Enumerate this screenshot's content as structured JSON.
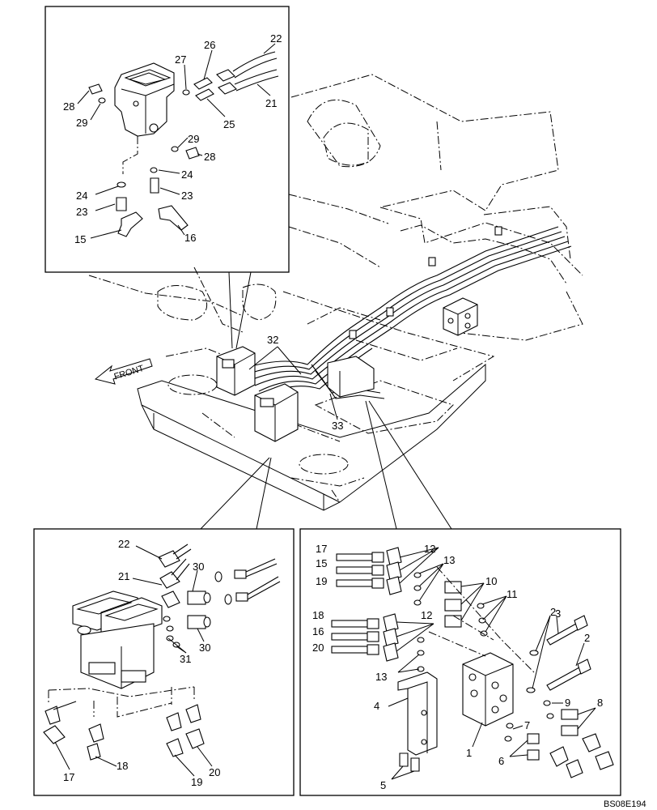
{
  "drawing_code": "BS08E194",
  "front_label": "FRONT",
  "callouts": {
    "top_inset": [
      "28",
      "29",
      "27",
      "26",
      "22",
      "21",
      "25",
      "29",
      "28",
      "24",
      "24",
      "23",
      "23",
      "15",
      "16"
    ],
    "main_view": [
      "32",
      "33"
    ],
    "bottom_left": [
      "22",
      "21",
      "30",
      "30",
      "31",
      "17",
      "18",
      "19",
      "20"
    ],
    "bottom_right": [
      "17",
      "15",
      "19",
      "12",
      "13",
      "10",
      "11",
      "18",
      "16",
      "20",
      "12",
      "2",
      "3",
      "2",
      "13",
      "4",
      "9",
      "8",
      "7",
      "1",
      "6",
      "5"
    ]
  }
}
